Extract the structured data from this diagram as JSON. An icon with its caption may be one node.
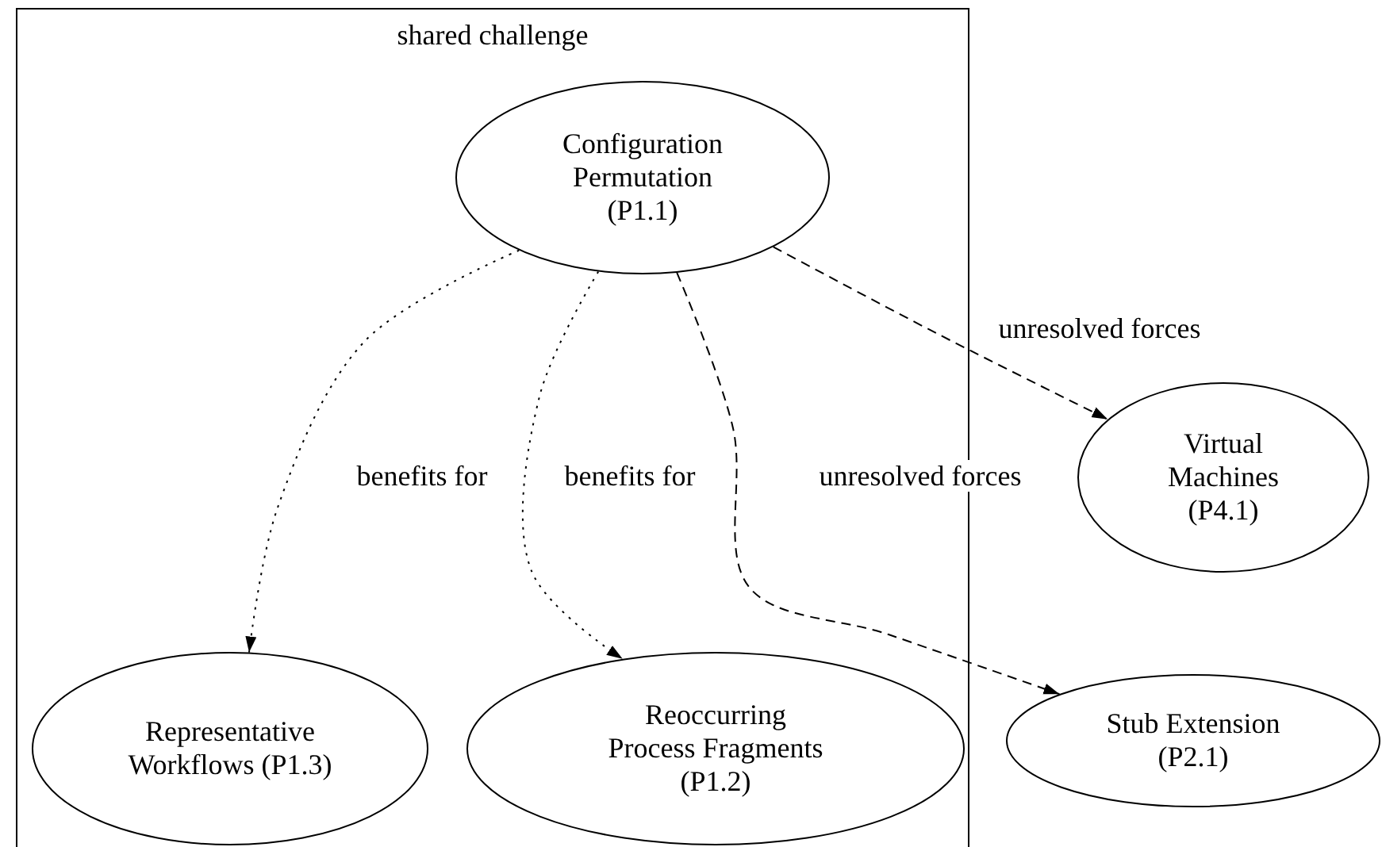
{
  "diagram": {
    "nodes": [
      {
        "text": [
          "shared challenge"
        ]
      },
      {
        "text": [
          "Configuration Permutation (P1.1)"
        ],
        "in": 0
      },
      {
        "text": [
          "Representative Workflows (P1.3)"
        ],
        "in": 0
      },
      {
        "text": [
          "Reoccurring Process Fragments (P1.2)"
        ],
        "in": 0
      },
      {
        "text": [
          "Virtual Machines (P4.1)"
        ]
      },
      {
        "text": [
          "Stub Extension (P2.1)"
        ]
      }
    ],
    "edges": [
      {
        "from": 1,
        "to": 2,
        "arrow": "to",
        "label": "benefits for"
      },
      {
        "from": 1,
        "to": 3,
        "arrow": "to",
        "label": "benefits for"
      },
      {
        "from": 1,
        "to": 5,
        "arrow": "to",
        "label": "unresolved forces",
        "style": "dashed"
      },
      {
        "from": 1,
        "to": 4,
        "arrow": "to",
        "label": "unresolved forces",
        "style": "dashed"
      }
    ]
  }
}
